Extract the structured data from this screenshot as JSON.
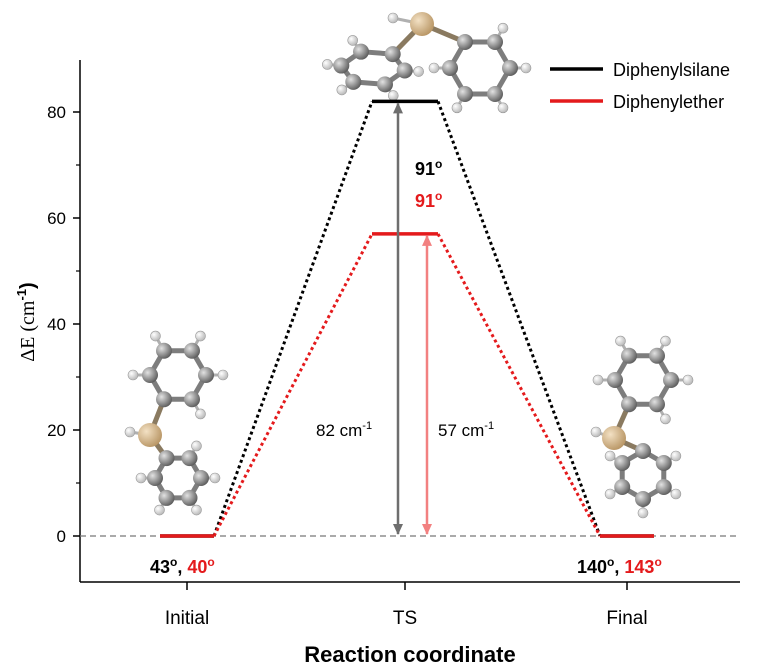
{
  "chart_data": {
    "type": "line",
    "xlabel": "Reaction coordinate",
    "ylabel": {
      "main": "ΔE (cm",
      "sup": "-1",
      "end": ")"
    },
    "ylim": [
      -8.5,
      90
    ],
    "yticks": [
      0,
      20,
      40,
      60,
      80
    ],
    "categories": [
      "Initial",
      "TS",
      "Final"
    ],
    "grid": false,
    "legend_position": "top-right",
    "series": [
      {
        "name": "Diphenylsilane",
        "color": "#000000",
        "values": [
          0,
          82,
          0
        ]
      },
      {
        "name": "Diphenylether",
        "color": "#e41a1c",
        "values": [
          0,
          57,
          0
        ]
      }
    ],
    "annotations": {
      "barrier_silane": {
        "base": "82 cm",
        "sup": "-1"
      },
      "barrier_ether": {
        "base": "57 cm",
        "sup": "-1"
      },
      "initial_angles": {
        "black": "43",
        "red": "40",
        "sup": "o",
        "sep": ", "
      },
      "ts_angles": {
        "black": "91",
        "red": "91",
        "sup": "o"
      },
      "final_angles": {
        "black": "140",
        "red": "143",
        "sup": "o",
        "sep": ", "
      }
    },
    "molecule_colors": {
      "carbon": "#8a8a8a",
      "hydrogen": "#e6e6e6",
      "center_atom": "#d9b98a"
    }
  }
}
